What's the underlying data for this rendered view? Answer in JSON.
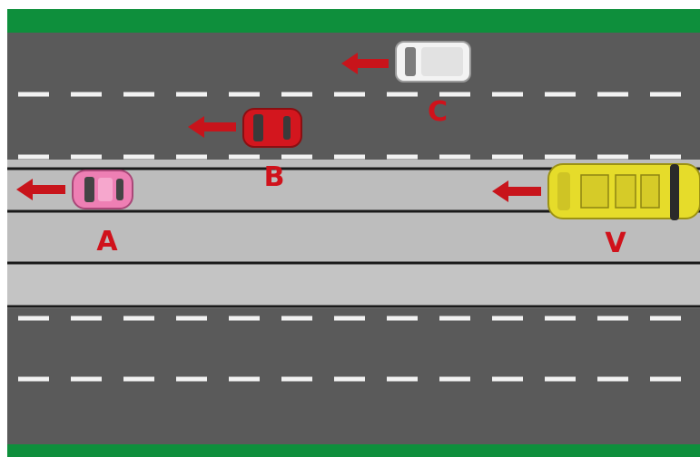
{
  "labels": {
    "car_a": "A",
    "car_b": "B",
    "car_c": "C",
    "tram_v": "V"
  },
  "colors": {
    "grass": "#0e8f3c",
    "asphalt": "#5a5a5a",
    "tram_lane": "#bdbdbd",
    "lane_line": "#1a1a1a",
    "dash": "#f2f2f2",
    "arrow": "#c8141b",
    "label": "#d0121b",
    "car_a": "#ee7fb4",
    "car_b": "#d3161e",
    "car_c": "#f3f3f3",
    "tram": "#e6dc2a"
  },
  "vehicles": [
    {
      "id": "A",
      "kind": "car",
      "direction": "left"
    },
    {
      "id": "B",
      "kind": "car",
      "direction": "left"
    },
    {
      "id": "C",
      "kind": "van",
      "direction": "left"
    },
    {
      "id": "V",
      "kind": "tram",
      "direction": "left"
    }
  ]
}
